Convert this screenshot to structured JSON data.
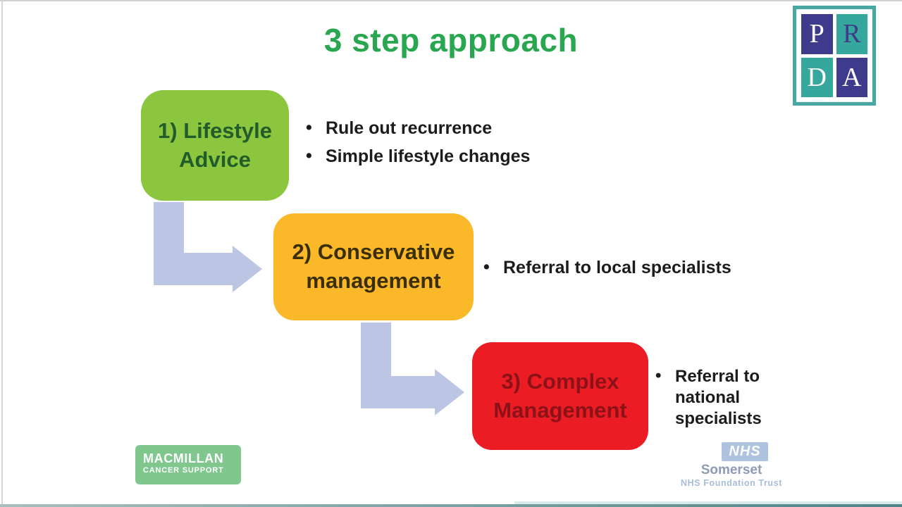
{
  "title": {
    "text": "3 step approach",
    "color": "#28a750"
  },
  "steps": [
    {
      "label_line1": "1) Lifestyle",
      "label_line2": "Advice",
      "box_color": "#8cc63e",
      "text_color": "#215c2a",
      "bullets": [
        "Rule out recurrence",
        "Simple lifestyle changes"
      ]
    },
    {
      "label_line1": "2) Conservative",
      "label_line2": "management",
      "box_color": "#fbb929",
      "text_color": "#3b2f08",
      "bullets": [
        "Referral to local specialists"
      ]
    },
    {
      "label_line1": "3) Complex",
      "label_line2": "Management",
      "box_color": "#ec1c24",
      "text_color": "#8c1218",
      "bullets": [
        "Referral to national specialists"
      ]
    }
  ],
  "arrow_color": "#bcc6e4",
  "logos": {
    "prda": {
      "letters": [
        "P",
        "R",
        "D",
        "A"
      ],
      "teal": "#35a79c",
      "purple": "#3f3b8c"
    },
    "macmillan": {
      "line1": "MACMILLAN",
      "line2": "CANCER SUPPORT",
      "bg_color": "#80c78e"
    },
    "nhs": {
      "brand": "NHS",
      "org": "Somerset",
      "sub": "NHS Foundation Trust"
    }
  }
}
